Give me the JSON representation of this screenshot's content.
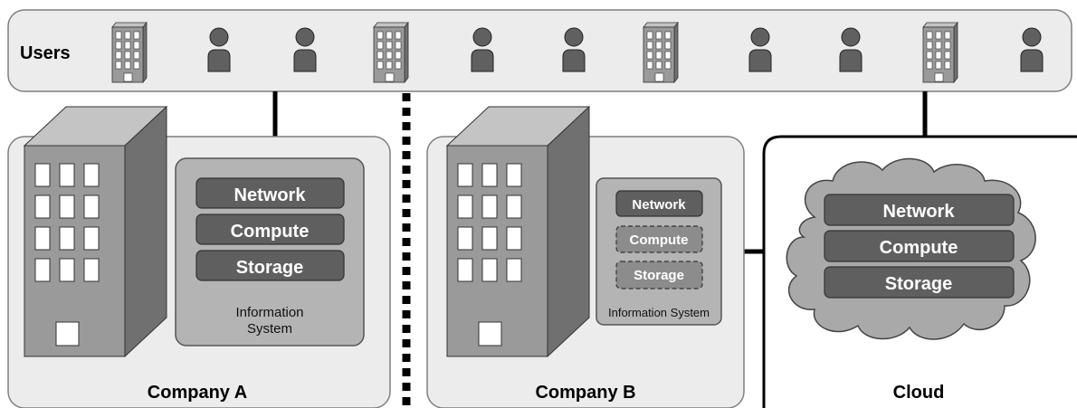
{
  "users_bar": {
    "label": "Users",
    "icons": [
      "building-icon",
      "person-icon",
      "person-icon",
      "building-icon",
      "person-icon",
      "person-icon",
      "building-icon",
      "person-icon",
      "person-icon",
      "building-icon",
      "person-icon"
    ]
  },
  "company_a": {
    "label": "Company A",
    "info_system": {
      "layers": [
        "Network",
        "Compute",
        "Storage"
      ],
      "caption_line1": "Information",
      "caption_line2": "System"
    }
  },
  "company_b": {
    "label": "Company B",
    "info_system": {
      "layers": [
        "Network",
        "Compute",
        "Storage"
      ],
      "caption": "Information System"
    }
  },
  "cloud": {
    "label": "Cloud",
    "layers": [
      "Network",
      "Compute",
      "Storage"
    ]
  },
  "colors": {
    "panel_fill": "#ececec",
    "panel_stroke": "#7f7f7f",
    "info_box_fill": "#b4b4b4",
    "layer_fill": "#5f5f5f",
    "cloud_fill": "#a9a9a9",
    "building_front": "#9a9a9a",
    "building_side": "#707070",
    "building_top": "#c4c4c4"
  }
}
